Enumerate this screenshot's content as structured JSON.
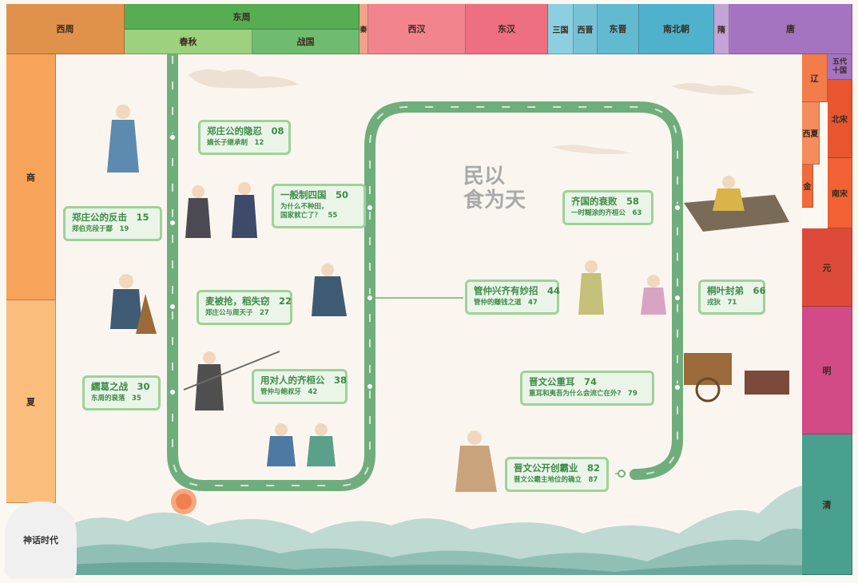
{
  "timeline_top": {
    "xizhou": "西周",
    "dongzhou": "东周",
    "chunqiu": "春秋",
    "zhanguo": "战国",
    "qin": "秦",
    "xihan": "西汉",
    "donghan": "东汉",
    "sanguo": "三国",
    "xijin": "西晋",
    "dongjin": "东晋",
    "nanbeichao": "南北朝",
    "sui": "隋",
    "tang": "唐"
  },
  "timeline_left": {
    "shang": "商",
    "xia": "夏",
    "myth": "神话时代"
  },
  "timeline_right": {
    "wudai": "五代\n十国",
    "liao": "辽",
    "beisong": "北宋",
    "xixia": "西夏",
    "jin": "金",
    "nansong": "南宋",
    "yuan": "元",
    "ming": "明",
    "qing": "清"
  },
  "title_art": "民以\n食为天",
  "cards": [
    {
      "title": "郑庄公的隐忍　08",
      "sub": "嫡长子继承制　12"
    },
    {
      "title": "郑庄公的反击　15",
      "sub": "郑伯克段于鄢　19"
    },
    {
      "title": "一般制四国　50",
      "sub": "为什么不种田，\n国家就亡了？　55"
    },
    {
      "title": "麦被抢，稻失窃　22",
      "sub": "郑庄公与周天子　27"
    },
    {
      "title": "繻葛之战　30",
      "sub": "东周的衰落　35"
    },
    {
      "title": "用对人的齐桓公　38",
      "sub": "管仲与鲍叔牙　42"
    },
    {
      "title": "管仲兴齐有妙招　44",
      "sub": "管仲的赚钱之道　47"
    },
    {
      "title": "齐国的衰败　58",
      "sub": "一时糊涂的齐桓公　63"
    },
    {
      "title": "桐叶封弟　66",
      "sub": "戎狄　71"
    },
    {
      "title": "晋文公重耳　74",
      "sub": "重耳和夷吾为什么会流亡在外?　79"
    },
    {
      "title": "晋文公开创霸业　82",
      "sub": "晋文公霸主地位的确立　87"
    }
  ],
  "colors": {
    "path": "#6fae7c",
    "card_border": "#9fd19a",
    "card_bg": "#eaf5e8",
    "card_text": "#3e8a4a"
  }
}
